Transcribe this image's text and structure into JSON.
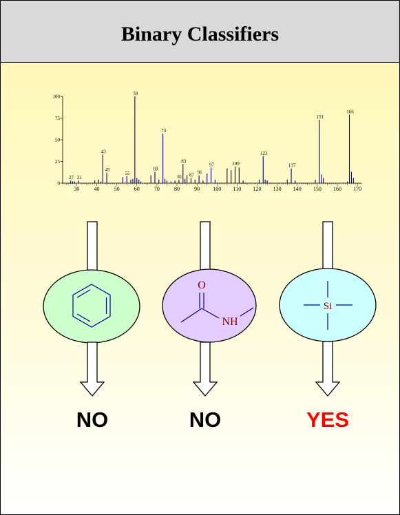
{
  "header": {
    "title": "Binary Classifiers"
  },
  "chart_data": {
    "type": "bar",
    "title": "",
    "xlabel": "",
    "ylabel": "",
    "xlim": [
      23,
      172
    ],
    "ylim": [
      0,
      100
    ],
    "x_ticks": [
      30,
      40,
      50,
      60,
      70,
      80,
      90,
      100,
      110,
      120,
      130,
      140,
      150,
      160,
      170
    ],
    "y_ticks": [
      0,
      25,
      50,
      75,
      100
    ],
    "peaks": [
      {
        "mz": 27,
        "intensity": 3,
        "label": "27"
      },
      {
        "mz": 28,
        "intensity": 2,
        "label": ""
      },
      {
        "mz": 29,
        "intensity": 2,
        "label": ""
      },
      {
        "mz": 31,
        "intensity": 3,
        "label": "31"
      },
      {
        "mz": 39,
        "intensity": 3,
        "label": ""
      },
      {
        "mz": 41,
        "intensity": 4,
        "label": ""
      },
      {
        "mz": 42,
        "intensity": 2,
        "label": ""
      },
      {
        "mz": 43,
        "intensity": 33,
        "label": "43"
      },
      {
        "mz": 45,
        "intensity": 12,
        "label": "45"
      },
      {
        "mz": 53,
        "intensity": 7,
        "label": ""
      },
      {
        "mz": 55,
        "intensity": 8,
        "label": "55"
      },
      {
        "mz": 57,
        "intensity": 4,
        "label": ""
      },
      {
        "mz": 58,
        "intensity": 5,
        "label": ""
      },
      {
        "mz": 59,
        "intensity": 100,
        "label": "59"
      },
      {
        "mz": 60,
        "intensity": 6,
        "label": ""
      },
      {
        "mz": 61,
        "intensity": 4,
        "label": ""
      },
      {
        "mz": 62,
        "intensity": 2,
        "label": ""
      },
      {
        "mz": 67,
        "intensity": 9,
        "label": ""
      },
      {
        "mz": 69,
        "intensity": 13,
        "label": "69"
      },
      {
        "mz": 71,
        "intensity": 4,
        "label": ""
      },
      {
        "mz": 73,
        "intensity": 57,
        "label": "73"
      },
      {
        "mz": 74,
        "intensity": 5,
        "label": ""
      },
      {
        "mz": 75,
        "intensity": 3,
        "label": ""
      },
      {
        "mz": 77,
        "intensity": 2,
        "label": ""
      },
      {
        "mz": 79,
        "intensity": 3,
        "label": ""
      },
      {
        "mz": 81,
        "intensity": 4,
        "label": "81"
      },
      {
        "mz": 83,
        "intensity": 22,
        "label": "83"
      },
      {
        "mz": 84,
        "intensity": 5,
        "label": ""
      },
      {
        "mz": 85,
        "intensity": 9,
        "label": ""
      },
      {
        "mz": 87,
        "intensity": 6,
        "label": "87"
      },
      {
        "mz": 89,
        "intensity": 4,
        "label": ""
      },
      {
        "mz": 91,
        "intensity": 9,
        "label": "91"
      },
      {
        "mz": 93,
        "intensity": 3,
        "label": ""
      },
      {
        "mz": 95,
        "intensity": 11,
        "label": ""
      },
      {
        "mz": 97,
        "intensity": 18,
        "label": "97"
      },
      {
        "mz": 99,
        "intensity": 4,
        "label": ""
      },
      {
        "mz": 105,
        "intensity": 17,
        "label": ""
      },
      {
        "mz": 107,
        "intensity": 15,
        "label": ""
      },
      {
        "mz": 109,
        "intensity": 19,
        "label": "109"
      },
      {
        "mz": 111,
        "intensity": 18,
        "label": ""
      },
      {
        "mz": 113,
        "intensity": 3,
        "label": ""
      },
      {
        "mz": 121,
        "intensity": 4,
        "label": ""
      },
      {
        "mz": 123,
        "intensity": 31,
        "label": "123"
      },
      {
        "mz": 124,
        "intensity": 4,
        "label": ""
      },
      {
        "mz": 125,
        "intensity": 3,
        "label": ""
      },
      {
        "mz": 135,
        "intensity": 4,
        "label": ""
      },
      {
        "mz": 137,
        "intensity": 17,
        "label": "137"
      },
      {
        "mz": 139,
        "intensity": 3,
        "label": ""
      },
      {
        "mz": 149,
        "intensity": 4,
        "label": ""
      },
      {
        "mz": 151,
        "intensity": 73,
        "label": "151"
      },
      {
        "mz": 152,
        "intensity": 10,
        "label": ""
      },
      {
        "mz": 153,
        "intensity": 6,
        "label": ""
      },
      {
        "mz": 165,
        "intensity": 2,
        "label": ""
      },
      {
        "mz": 166,
        "intensity": 79,
        "label": "166"
      },
      {
        "mz": 167,
        "intensity": 13,
        "label": ""
      },
      {
        "mz": 168,
        "intensity": 6,
        "label": ""
      }
    ]
  },
  "classifiers": [
    {
      "structure": "benzene-ring",
      "fill": "#ccffcc",
      "answer": "NO",
      "answer_color": "#000000",
      "atoms": {}
    },
    {
      "structure": "n-methylacetamide",
      "fill": "#e5ccff",
      "answer": "NO",
      "answer_color": "#000000",
      "atoms": {
        "oxygen": "O",
        "nitrogen": "NH"
      }
    },
    {
      "structure": "trimethylsilyl",
      "fill": "#ccffff",
      "answer": "YES",
      "answer_color": "#ff0000",
      "atoms": {
        "silicon": "Si"
      }
    }
  ],
  "colors": {
    "bond": "#000099",
    "atom_label": "#800000",
    "spectrum": "#000080"
  }
}
